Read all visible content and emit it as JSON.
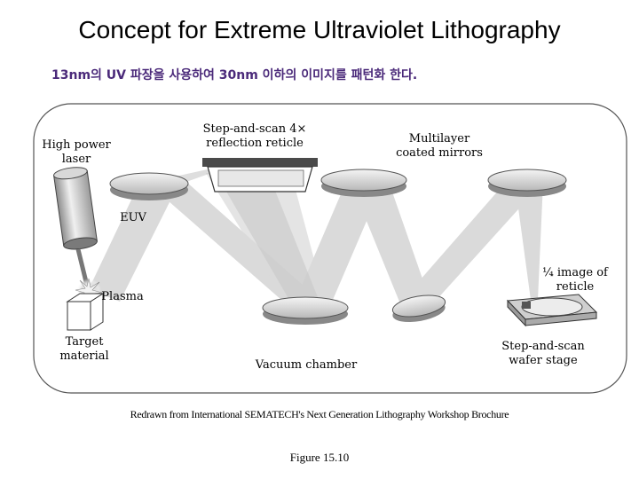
{
  "title": "Concept for Extreme Ultraviolet Lithography",
  "subtitle": "13nm의 UV 파장을 사용하여 30nm 이하의 이미지를 패턴화 한다.",
  "labels": {
    "reticle": [
      "Step-and-scan 4×",
      "reflection reticle"
    ],
    "laser": [
      "High power",
      "laser"
    ],
    "mirrors": [
      "Multilayer",
      "coated mirrors"
    ],
    "euv": "EUV",
    "plasma": "Plasma",
    "target": [
      "Target",
      "material"
    ],
    "image": [
      "¼ image of",
      "reticle"
    ],
    "chamber": "Vacuum chamber",
    "stage": [
      "Step-and-scan",
      "wafer stage"
    ]
  },
  "credit": "Redrawn from International SEMATECH's Next Generation Lithography Workshop Brochure",
  "figure": "Figure 15.10",
  "colors": {
    "beam": "#d4d4d4",
    "mirror": "#dcdcdc",
    "outline": "#444444"
  }
}
